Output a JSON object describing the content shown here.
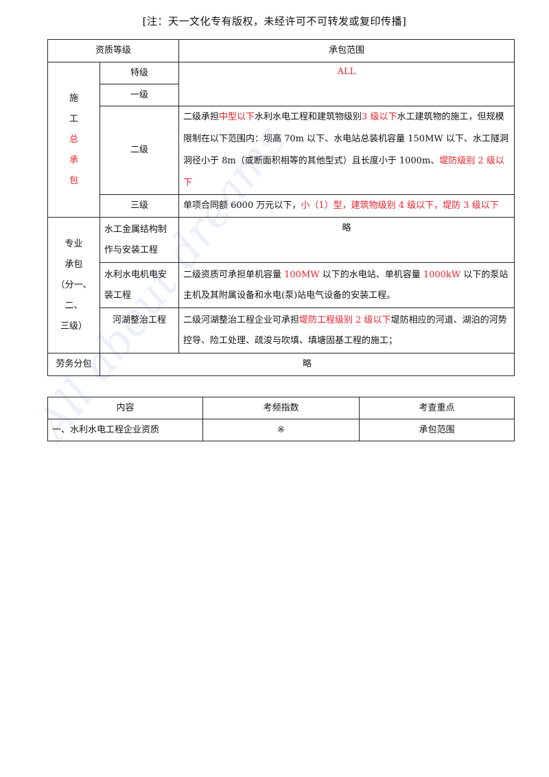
{
  "notice": "[注：天一文化专有版权，未经许可不可转发或复印传播]",
  "watermark": "All about dreams",
  "table1": {
    "headers": [
      "资质等级",
      "承包范围"
    ],
    "general": {
      "label_chars": [
        "施",
        "工",
        "总",
        "承",
        "包"
      ],
      "special": {
        "level": "特级"
      },
      "first": {
        "level": "一级"
      },
      "all_text": "ALL",
      "second": {
        "level": "二级",
        "t1": "二级承担",
        "t2": "中型以下",
        "t3": "水利水电工程和建筑物级别",
        "t4": "3 级以下",
        "t5": "水工建筑物的施工，但规模限制在以下范围内：坝高 70m 以下、水电站总装机容量 150MW 以下、水工隧洞洞径小于 8m（或断面积相等的其他型式）且长度小于 1000m、",
        "t6": "堤防级别 2 级以下"
      },
      "third": {
        "level": "三级",
        "t1": "单项合同额 6000 万元以下，",
        "t2": "小（1）型，建筑物级别 4 级以下，堤防 3 级以下"
      }
    },
    "specialty": {
      "label_lines": [
        "专业",
        "承包",
        "（分一、",
        "二、",
        "三级）"
      ],
      "metal": {
        "name": "水工金属结构制作与安装工程",
        "scope": "略"
      },
      "mech": {
        "name": "水利水电机电安装工程",
        "t1": "二级资质可承担单机容量 ",
        "t2": "100MW",
        "t3": " 以下的水电站、单机容量 ",
        "t4": "1000kW",
        "t5": " 以下的泵站主机及其附属设备和水电(泵)站电气设备的安装工程。"
      },
      "river": {
        "name": "河湖整治工程",
        "t1": "二级河湖整治工程企业可承担",
        "t2": "堤防工程级别 2 级以下",
        "t3": "堤防相应的河道、湖泊的河势控导、险工处理、疏浚与吹填、填塘固基工程的施工；"
      }
    },
    "labor": {
      "label": "劳务分包",
      "scope": "略"
    }
  },
  "table2": {
    "headers": [
      "内容",
      "考频指数",
      "考查重点"
    ],
    "row": [
      "一、水利水电工程企业资质",
      "※",
      "承包范围"
    ]
  }
}
